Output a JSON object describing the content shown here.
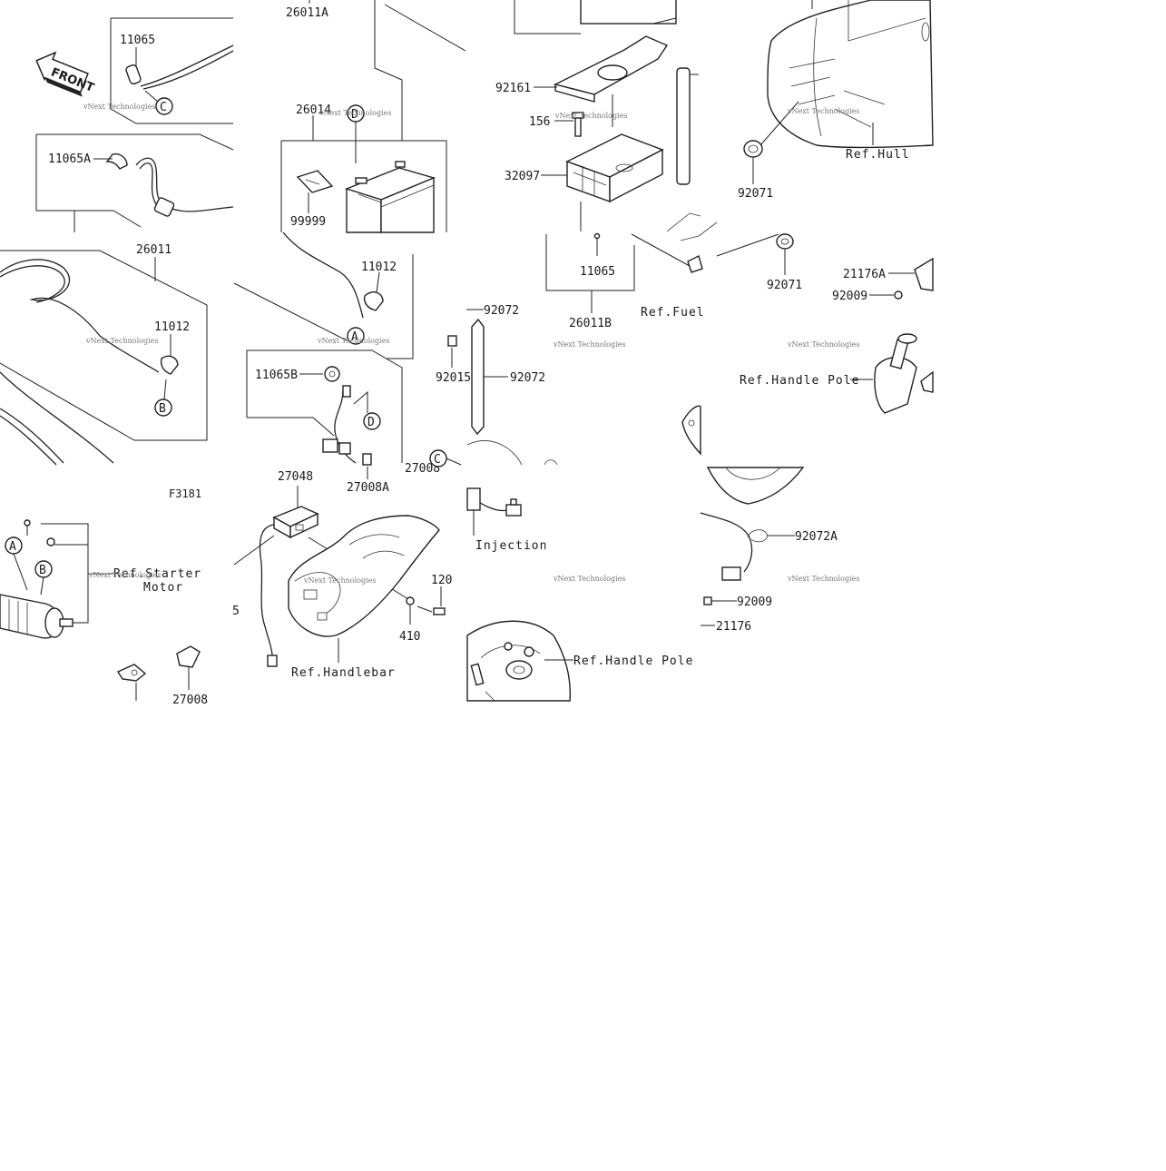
{
  "diagram": {
    "figure_code": "F3181",
    "watermark": "vNext Technologies",
    "front_label": "FRONT",
    "part_labels": {
      "p26011A": "26011A",
      "p11065_tl": "11065",
      "p11065A": "11065A",
      "p26011": "26011",
      "p11012_l": "11012",
      "p26014": "26014",
      "p99999": "99999",
      "p11012_m": "11012",
      "p11065B": "11065B",
      "p27048": "27048",
      "p27008A": "27008A",
      "p27008_m": "27008",
      "p120": "120",
      "p410": "410",
      "p5": "5",
      "p27008_b": "27008",
      "p92161": "92161",
      "p156": "156",
      "p32097": "32097",
      "p11065_c": "11065",
      "p26011B": "26011B",
      "p92072_a": "92072",
      "p92072_b": "92072",
      "p92015": "92015",
      "p92071_a": "92071",
      "p92071_b": "92071",
      "p21176A": "21176A",
      "p92009_a": "92009",
      "p92072A": "92072A",
      "p92009_b": "92009",
      "p21176": "21176"
    },
    "refs": {
      "hull": "Ref.Hull",
      "fuel": "Ref.Fuel",
      "handle_pole_1": "Ref.Handle Pole",
      "handle_pole_2": "Ref.Handle Pole",
      "starter_1": "Ref.Starter",
      "starter_2": "Motor",
      "handlebar": "Ref.Handlebar",
      "injection": "Injection"
    },
    "callouts": {
      "a1": "A",
      "a2": "A",
      "b1": "B",
      "b2": "B",
      "c1": "C",
      "c2": "C",
      "d1": "D",
      "d2": "D"
    }
  }
}
